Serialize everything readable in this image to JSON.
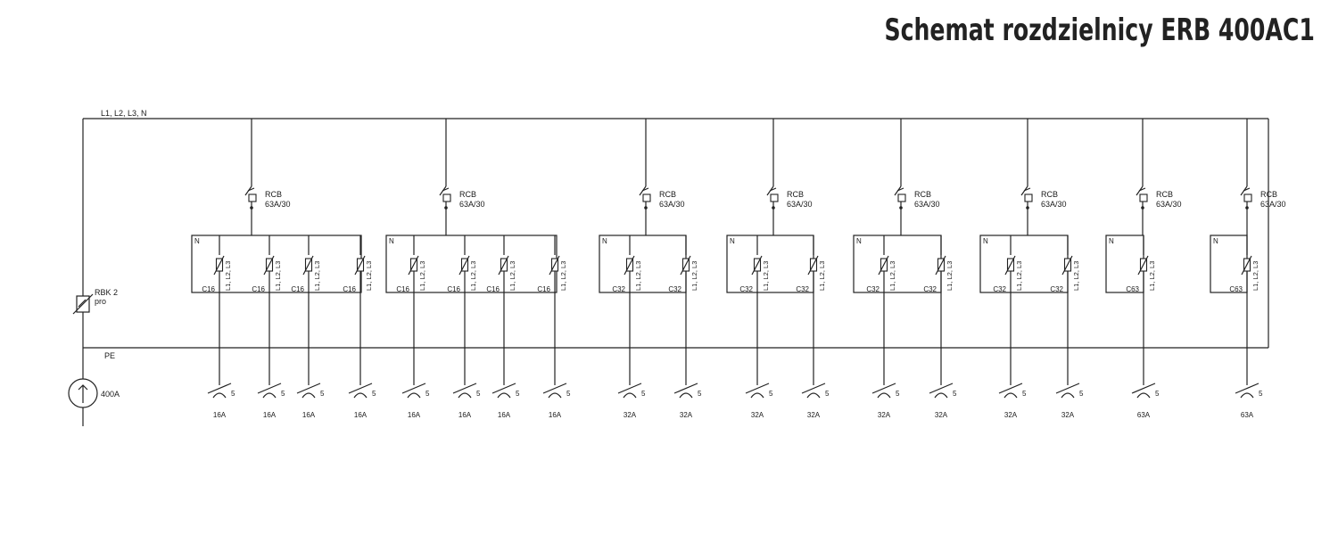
{
  "title": "Schemat rozdzielnicy ERB 400AC1",
  "bus_label": "L1, L2, L3, N",
  "pe_label": "PE",
  "neutral_label": "N",
  "rcd_type": "RCB",
  "rcd_rating": "63A/30",
  "breaker_phase_label": "L1, L2, L3",
  "socket_poles": "5",
  "surge": {
    "line1": "RBK 2",
    "line2": "pro"
  },
  "supply_label": "400A",
  "groups": [
    {
      "breaker": "C16",
      "socket": "16A",
      "count": 4
    },
    {
      "breaker": "C16",
      "socket": "16A",
      "count": 4
    },
    {
      "breaker": "C32",
      "socket": "32A",
      "count": 2
    },
    {
      "breaker": "C32",
      "socket": "32A",
      "count": 2
    },
    {
      "breaker": "C32",
      "socket": "32A",
      "count": 2
    },
    {
      "breaker": "C32",
      "socket": "32A",
      "count": 2
    },
    {
      "breaker": "C63",
      "socket": "63A",
      "count": 1
    },
    {
      "breaker": "C63",
      "socket": "63A",
      "count": 1
    }
  ],
  "colors": {
    "line": "#222222",
    "title": "#222222"
  }
}
